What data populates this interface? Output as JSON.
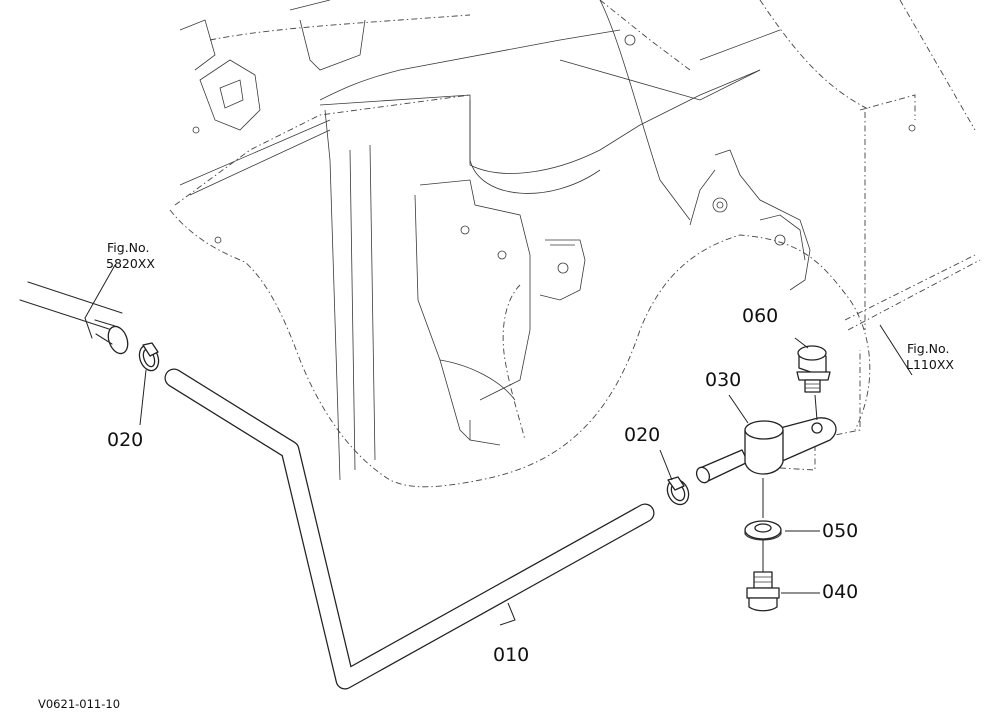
{
  "diagram": {
    "drawing_code": "V0621-011-10",
    "parts": [
      {
        "key": "p010",
        "number": "010"
      },
      {
        "key": "p020a",
        "number": "020"
      },
      {
        "key": "p020b",
        "number": "020"
      },
      {
        "key": "p030",
        "number": "030"
      },
      {
        "key": "p040",
        "number": "040"
      },
      {
        "key": "p050",
        "number": "050"
      },
      {
        "key": "p060",
        "number": "060"
      }
    ],
    "references": [
      {
        "line1": "Fig.No.",
        "line2": "5820XX"
      },
      {
        "line1": "Fig.No.",
        "line2": "L110XX"
      }
    ]
  }
}
